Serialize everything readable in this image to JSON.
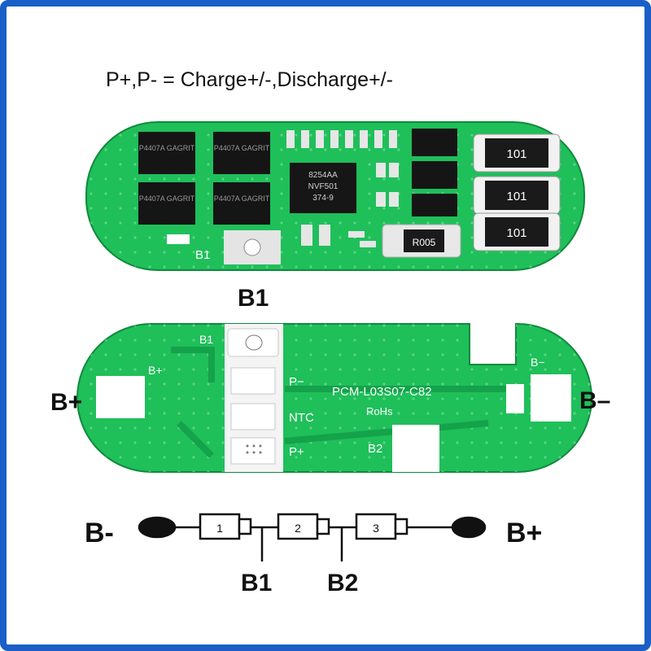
{
  "caption": "P+,P- = Charge+/-,Discharge+/-",
  "top_board": {
    "chip_marks": [
      "P4407A GAGRIT",
      "P4407A GAGRIT",
      "P4407A GAGRIT",
      "P4407A GAGRIT"
    ],
    "ic_mark_lines": [
      "8254AA",
      "NVF501",
      "374-9"
    ],
    "resistors": [
      "101",
      "101",
      "101"
    ],
    "shunt": "R005",
    "b1_label": "B1"
  },
  "b1_heading": "B1",
  "bottom_board": {
    "silk_b1": "B1",
    "silk_bplus": "B+",
    "silk_bminus": "B−",
    "pad_p_minus": "P−",
    "pad_ntc": "NTC",
    "pad_p_plus": "P+",
    "part_number": "PCM-L03S07-C82",
    "rohs": "RoHs",
    "silk_b2": "B2"
  },
  "side_labels": {
    "left": "B+",
    "right": "B–"
  },
  "schematic": {
    "left_terminal": "B-",
    "right_terminal": "B+",
    "cells": [
      "1",
      "2",
      "3"
    ],
    "taps": [
      "B1",
      "B2"
    ]
  },
  "colors": {
    "frame": "#1a5fc8",
    "pcb": "#1fbf5a",
    "pcb_dark": "#14a24a",
    "pad": "#ffffff"
  }
}
